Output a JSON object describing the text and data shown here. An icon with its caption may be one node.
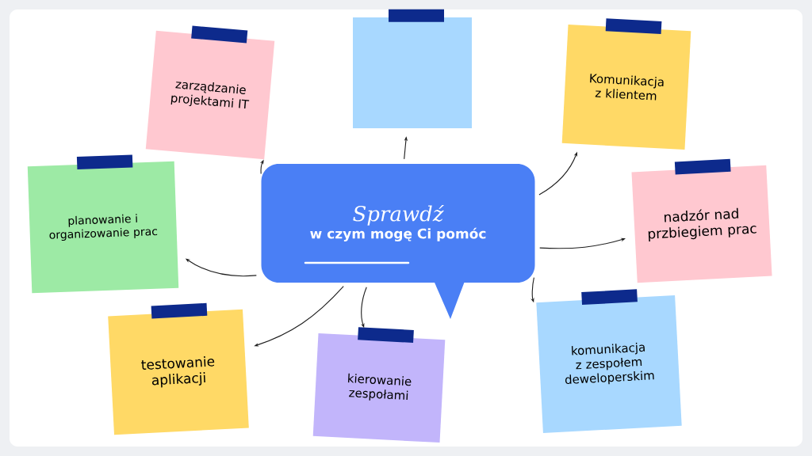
{
  "diagram": {
    "nodes": [
      {
        "text": [
          "Sprawdź",
          "w czym mogę Ci pomóc"
        ]
      },
      {
        "text": [
          "zarządzanie projektami IT"
        ]
      },
      {
        "text": [],
        "shape": "box"
      },
      {
        "text": [
          "Komunikacja z klientem"
        ]
      },
      {
        "text": [
          "planowanie i organizowanie prac"
        ]
      },
      {
        "text": [
          "nadzór nad przbiegiem prac"
        ]
      },
      {
        "text": [
          "testowanie aplikacji"
        ]
      },
      {
        "text": [
          "kierowanie zespołami"
        ]
      },
      {
        "text": [
          "komunikacja z zespołem deweloperskim"
        ]
      }
    ],
    "edges": [
      {
        "from": 0,
        "to": 1,
        "arrow": "to"
      },
      {
        "from": 0,
        "to": 2,
        "arrow": "to"
      },
      {
        "from": 0,
        "to": 3,
        "arrow": "to"
      },
      {
        "from": 0,
        "to": 4,
        "arrow": "to"
      },
      {
        "from": 0,
        "to": 5,
        "arrow": "to"
      },
      {
        "from": 0,
        "to": 6,
        "arrow": "to"
      },
      {
        "from": 0,
        "to": 7,
        "arrow": "to"
      },
      {
        "from": 0,
        "to": 8,
        "arrow": "to"
      }
    ]
  }
}
